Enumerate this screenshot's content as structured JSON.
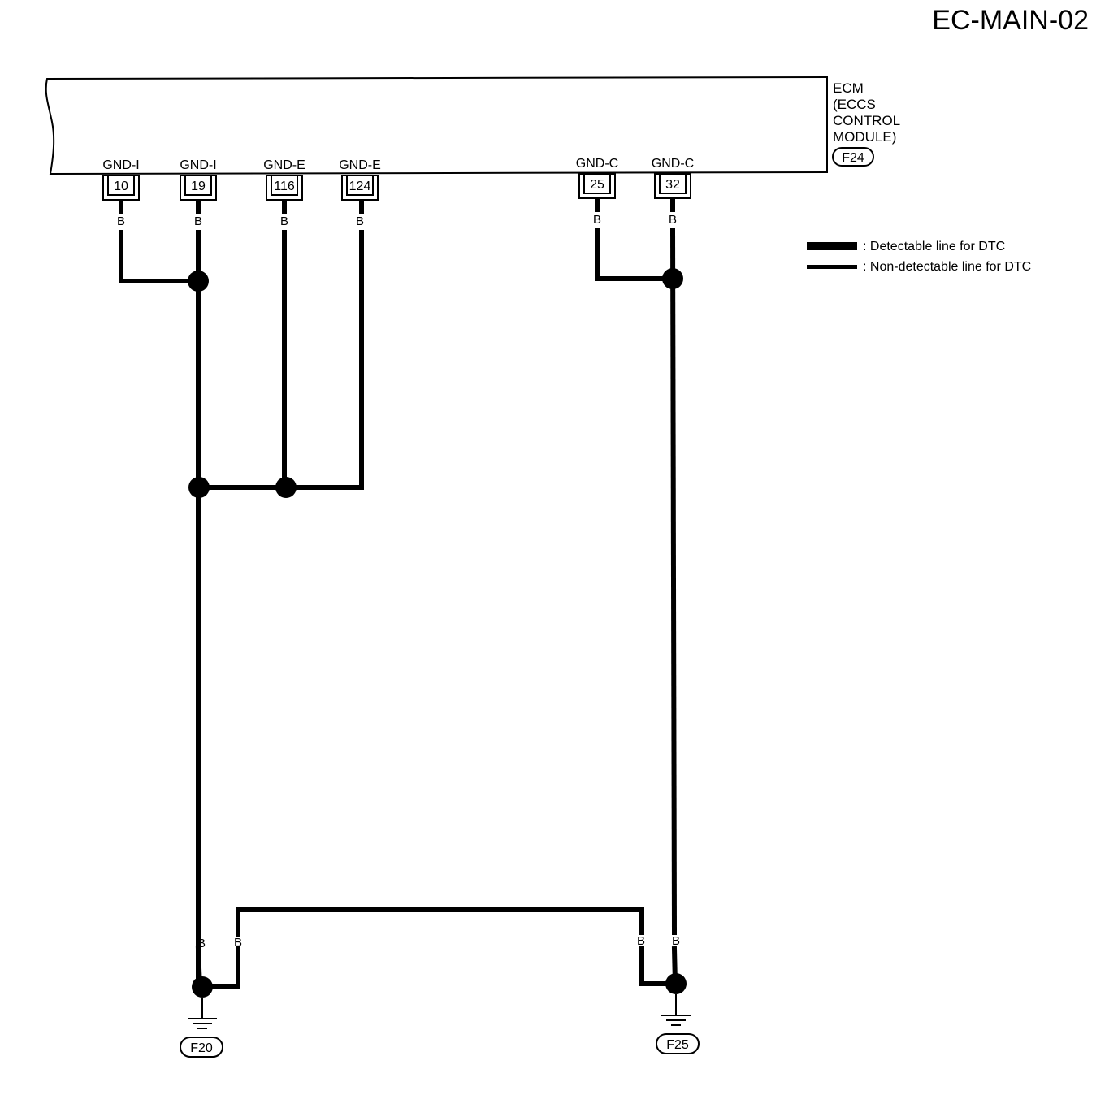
{
  "page_code": "EC-MAIN-02",
  "ecm": {
    "label_lines": [
      "ECM",
      "(ECCS",
      "CONTROL",
      "MODULE)"
    ],
    "connector": "F24"
  },
  "terminals": [
    {
      "signal": "GND-I",
      "pin": "10",
      "wire": "B"
    },
    {
      "signal": "GND-I",
      "pin": "19",
      "wire": "B"
    },
    {
      "signal": "GND-E",
      "pin": "116",
      "wire": "B"
    },
    {
      "signal": "GND-E",
      "pin": "124",
      "wire": "B"
    },
    {
      "signal": "GND-C",
      "pin": "25",
      "wire": "B"
    },
    {
      "signal": "GND-C",
      "pin": "32",
      "wire": "B"
    }
  ],
  "legend": [
    {
      "style": "thick",
      "text": ": Detectable line for DTC"
    },
    {
      "style": "thin",
      "text": ": Non-detectable line for DTC"
    }
  ],
  "grounds": [
    {
      "label": "F20",
      "wire_labels": [
        "B",
        "B"
      ]
    },
    {
      "label": "F25",
      "wire_labels": [
        "B",
        "B"
      ]
    }
  ]
}
